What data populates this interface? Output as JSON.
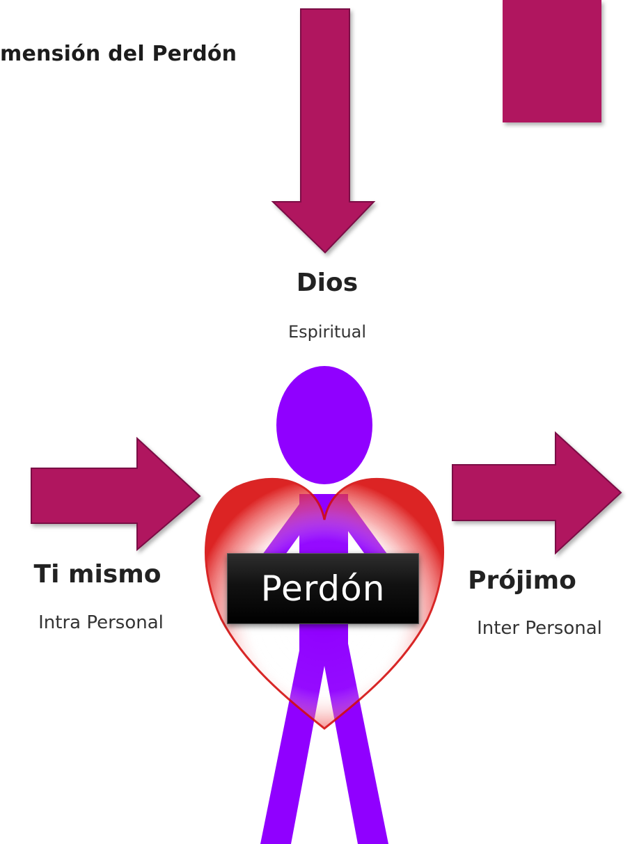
{
  "title": "mensión del Perdón",
  "center_label": "Perdón",
  "dios": {
    "label": "Dios",
    "sub": "Espiritual"
  },
  "ti_mismo": {
    "label": "Ti mismo",
    "sub": "Intra Personal"
  },
  "projimo": {
    "label": "Prójimo",
    "sub": "Inter Personal"
  },
  "colors": {
    "arrow": "#b0125f",
    "arrow_border": "#7a0c44",
    "figure": "#9000ff",
    "heart": "#e81414",
    "label_box": "#000000"
  }
}
